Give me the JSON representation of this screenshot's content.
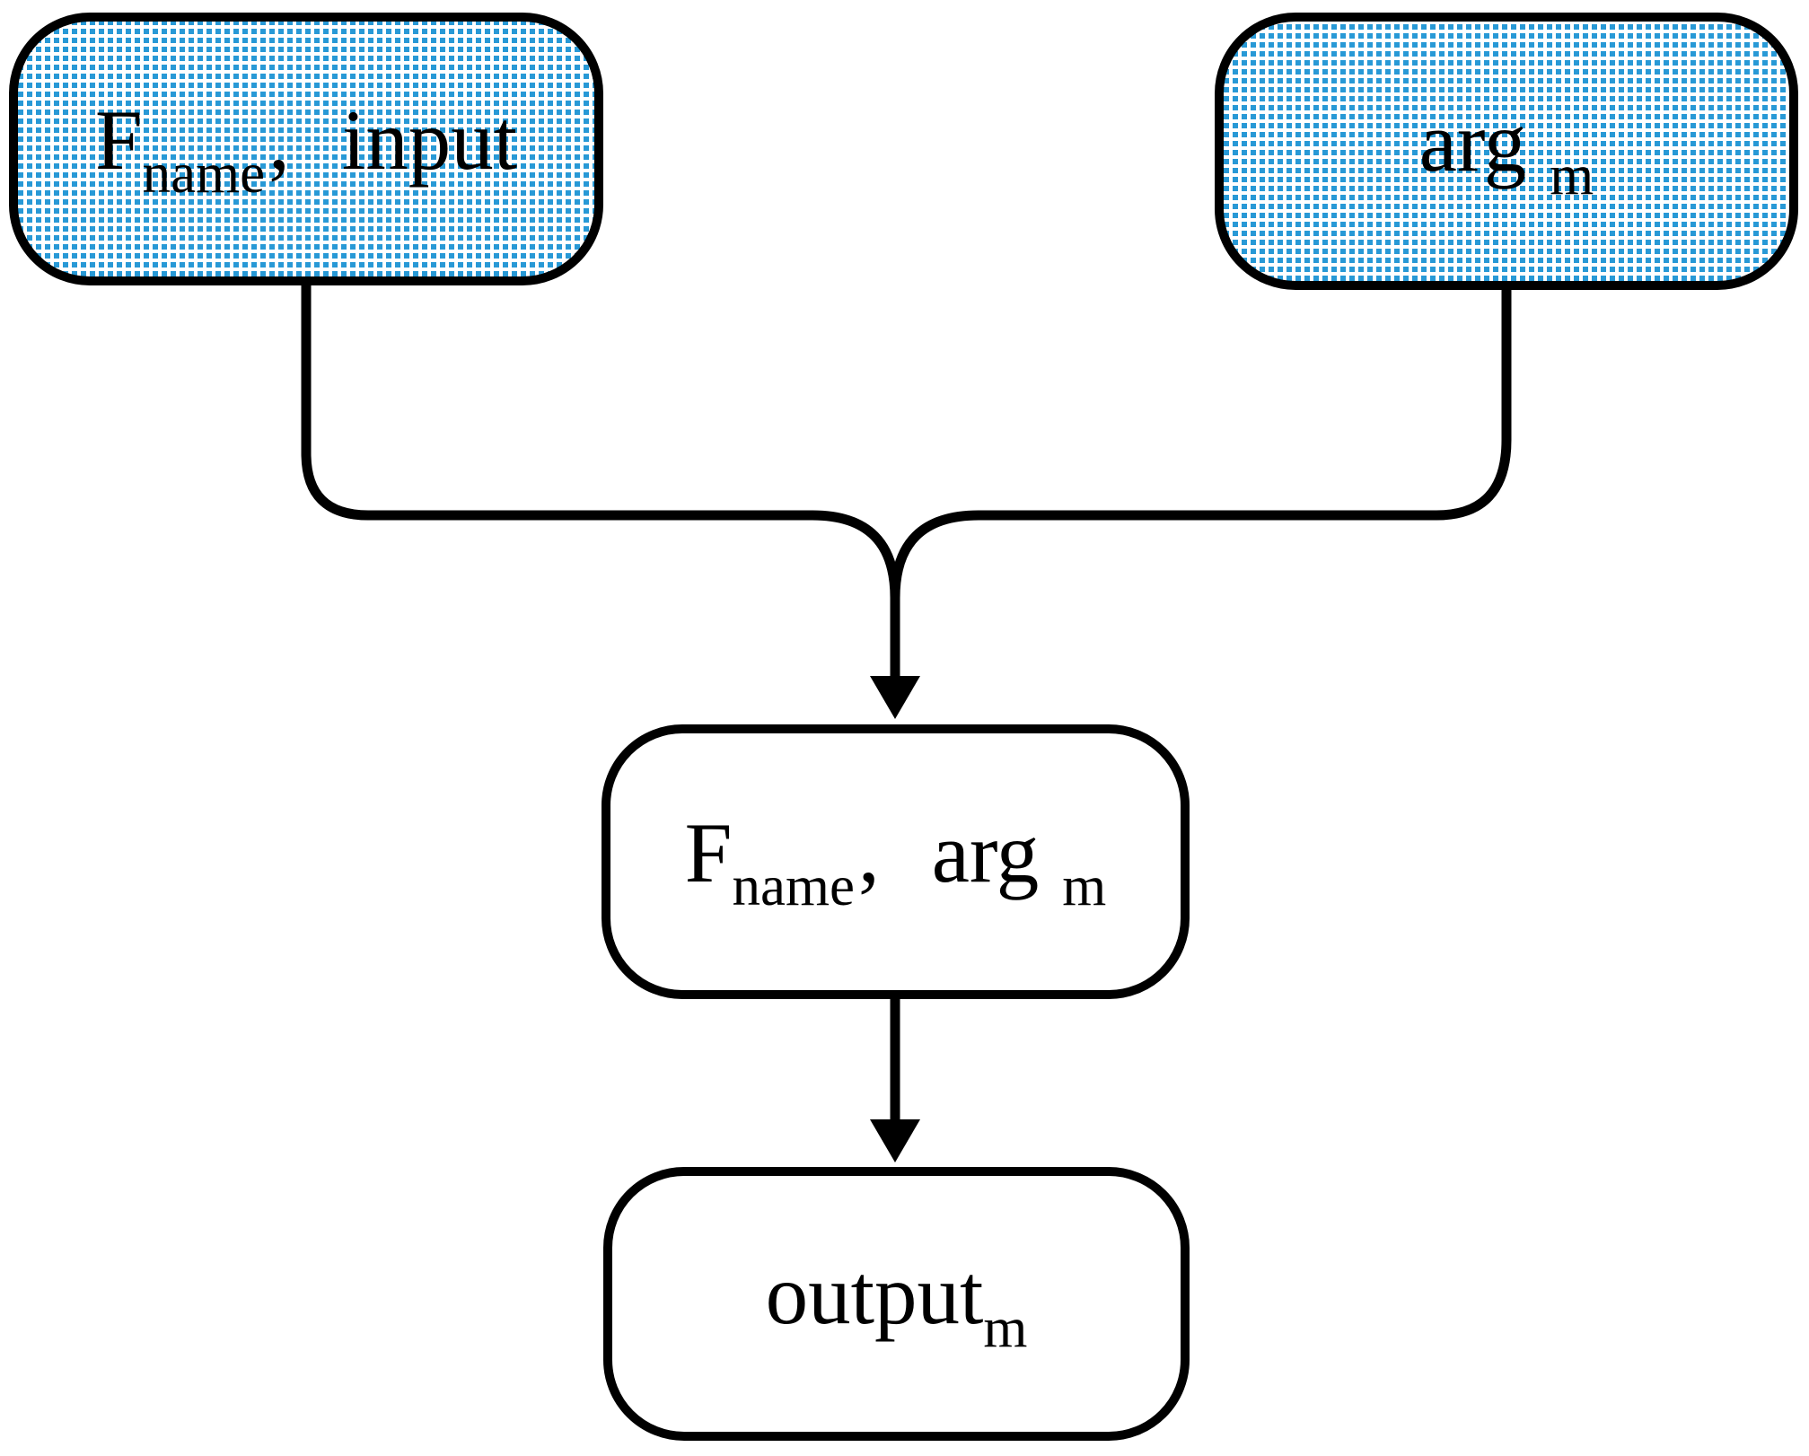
{
  "title": "function-call-data-flow-diagram",
  "colors": {
    "background": "#ffffff",
    "outline": "#000000",
    "text": "#000000",
    "pattern_dot_blue": "#2899d6",
    "plain_fill": "#ffffff"
  },
  "nodes": {
    "fname_input": {
      "main": "F",
      "main_subscript": "name",
      "separator": ",",
      "second": "input",
      "fill_style": "blue-dotted"
    },
    "arg_m": {
      "main": "arg",
      "main_subscript": "m",
      "fill_style": "blue-dotted"
    },
    "fname_arg": {
      "main": "F",
      "main_subscript": "name",
      "separator": ",",
      "second": "arg",
      "second_subscript": "m",
      "fill_style": "white"
    },
    "output_m": {
      "main": "output",
      "main_subscript": "m",
      "fill_style": "white"
    }
  },
  "connectors": [
    {
      "from": "fname_input",
      "to": "fname_arg",
      "type": "curved-merge-arrow"
    },
    {
      "from": "arg_m",
      "to": "fname_arg",
      "type": "curved-merge-arrow"
    },
    {
      "from": "fname_arg",
      "to": "output_m",
      "type": "straight-arrow"
    }
  ]
}
